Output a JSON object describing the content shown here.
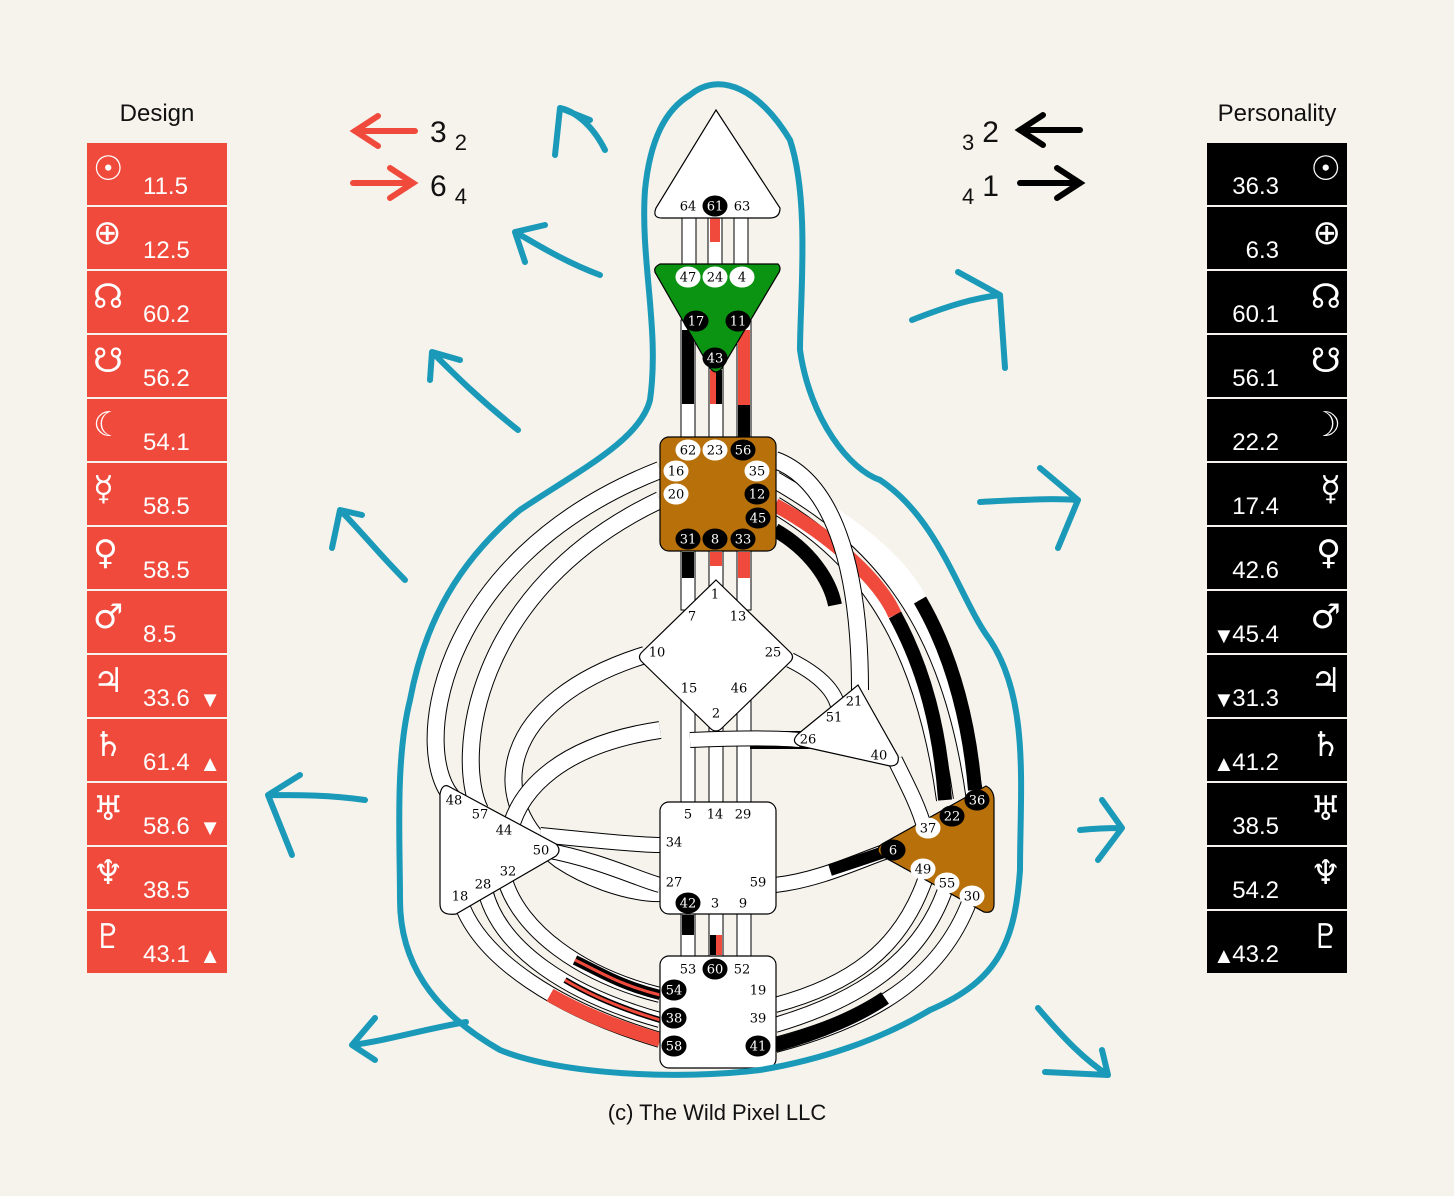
{
  "design": {
    "title": "Design",
    "rows": [
      {
        "icon": "sun-icon",
        "glyph": "☉",
        "value": "11.5",
        "mark": ""
      },
      {
        "icon": "earth-icon",
        "glyph": "⊕",
        "value": "12.5",
        "mark": ""
      },
      {
        "icon": "north-node-icon",
        "glyph": "☊",
        "value": "60.2",
        "mark": ""
      },
      {
        "icon": "south-node-icon",
        "glyph": "☋",
        "value": "56.2",
        "mark": ""
      },
      {
        "icon": "moon-icon",
        "glyph": "☾",
        "value": "54.1",
        "mark": ""
      },
      {
        "icon": "mercury-icon",
        "glyph": "☿",
        "value": "58.5",
        "mark": ""
      },
      {
        "icon": "venus-icon",
        "glyph": "♀",
        "value": "58.5",
        "mark": ""
      },
      {
        "icon": "mars-icon",
        "glyph": "♂",
        "value": "8.5",
        "mark": ""
      },
      {
        "icon": "jupiter-icon",
        "glyph": "♃",
        "value": "33.6",
        "mark": "▼"
      },
      {
        "icon": "saturn-icon",
        "glyph": "♄",
        "value": "61.4",
        "mark": "▲"
      },
      {
        "icon": "uranus-icon",
        "glyph": "♅",
        "value": "58.6",
        "mark": "▼"
      },
      {
        "icon": "neptune-icon",
        "glyph": "♆",
        "value": "38.5",
        "mark": ""
      },
      {
        "icon": "pluto-icon",
        "glyph": "♇",
        "value": "43.1",
        "mark": "▲"
      }
    ]
  },
  "personality": {
    "title": "Personality",
    "rows": [
      {
        "icon": "sun-icon",
        "glyph": "☉",
        "value": "36.3",
        "mark": ""
      },
      {
        "icon": "earth-icon",
        "glyph": "⊕",
        "value": "6.3",
        "mark": ""
      },
      {
        "icon": "north-node-icon",
        "glyph": "☊",
        "value": "60.1",
        "mark": ""
      },
      {
        "icon": "south-node-icon",
        "glyph": "☋",
        "value": "56.1",
        "mark": ""
      },
      {
        "icon": "moon-icon",
        "glyph": "☽",
        "value": "22.2",
        "mark": ""
      },
      {
        "icon": "mercury-icon",
        "glyph": "☿",
        "value": "17.4",
        "mark": ""
      },
      {
        "icon": "venus-icon",
        "glyph": "♀",
        "value": "42.6",
        "mark": ""
      },
      {
        "icon": "mars-icon",
        "glyph": "♂",
        "value": "45.4",
        "mark": "▼"
      },
      {
        "icon": "jupiter-icon",
        "glyph": "♃",
        "value": "31.3",
        "mark": "▼"
      },
      {
        "icon": "saturn-icon",
        "glyph": "♄",
        "value": "41.2",
        "mark": "▲"
      },
      {
        "icon": "uranus-icon",
        "glyph": "♅",
        "value": "38.5",
        "mark": ""
      },
      {
        "icon": "neptune-icon",
        "glyph": "♆",
        "value": "54.2",
        "mark": ""
      },
      {
        "icon": "pluto-icon",
        "glyph": "♇",
        "value": "43.2",
        "mark": "▲"
      }
    ]
  },
  "variables": {
    "design_top": {
      "main": "3",
      "sub": "2"
    },
    "design_bottom": {
      "main": "6",
      "sub": "4"
    },
    "personality_top": {
      "main": "2",
      "pre": "3"
    },
    "personality_bottom": {
      "main": "1",
      "pre": "4"
    }
  },
  "gates": {
    "head": [
      "64",
      "61",
      "63"
    ],
    "ajna": [
      "47",
      "24",
      "4",
      "17",
      "11",
      "43"
    ],
    "throat": [
      "62",
      "23",
      "56",
      "16",
      "35",
      "20",
      "12",
      "45",
      "31",
      "8",
      "33"
    ],
    "g_center": [
      "1",
      "7",
      "13",
      "10",
      "25",
      "15",
      "46",
      "2"
    ],
    "heart": [
      "21",
      "51",
      "26",
      "40"
    ],
    "sacral": [
      "5",
      "14",
      "29",
      "34",
      "27",
      "59",
      "42",
      "3",
      "9"
    ],
    "root": [
      "53",
      "60",
      "52",
      "54",
      "19",
      "38",
      "39",
      "58",
      "41"
    ],
    "spleen": [
      "48",
      "57",
      "44",
      "50",
      "32",
      "28",
      "18"
    ],
    "solar_plexus": [
      "36",
      "22",
      "37",
      "6",
      "49",
      "55",
      "30"
    ]
  },
  "colors": {
    "design_red": "#f04a3c",
    "defined_ajna": "#0a9412",
    "defined_brown": "#b8710a",
    "annotation_blue": "#1a9ab8"
  },
  "copyright": "(c) The Wild Pixel LLC"
}
